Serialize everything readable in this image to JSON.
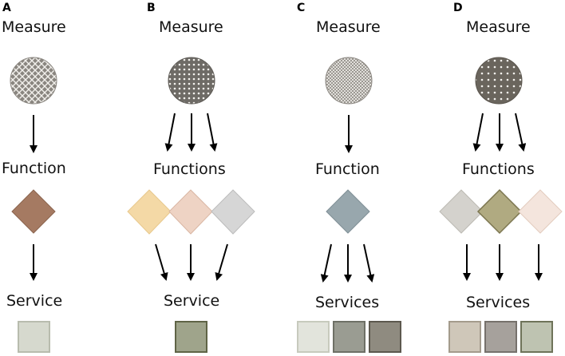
{
  "panels": [
    {
      "letter": "A",
      "measure_label": "Measure",
      "function_label": "Function",
      "service_label": "Service",
      "measure_pattern": "lattice",
      "functions": [
        "#a57a62"
      ],
      "services": [
        "#d6d9ce"
      ]
    },
    {
      "letter": "B",
      "measure_label": "Measure",
      "function_label": "Functions",
      "service_label": "Service",
      "measure_pattern": "dots",
      "functions": [
        "#f4d9a6",
        "#eed3c4",
        "#d6d6d6"
      ],
      "services": [
        "#9fa48b"
      ]
    },
    {
      "letter": "C",
      "measure_label": "Measure",
      "function_label": "Function",
      "service_label": "Services",
      "measure_pattern": "fine-grid",
      "functions": [
        "#98a7ad"
      ],
      "services": [
        "#e2e4dc",
        "#9a9c92",
        "#8f8b80"
      ]
    },
    {
      "letter": "D",
      "measure_label": "Measure",
      "function_label": "Functions",
      "service_label": "Services",
      "measure_pattern": "sparse-dots",
      "functions": [
        "#d4d2cd",
        "#b0aa81",
        "#f4e5dd"
      ],
      "services": [
        "#cfc7b9",
        "#a6a19c",
        "#bec3b1"
      ]
    }
  ]
}
